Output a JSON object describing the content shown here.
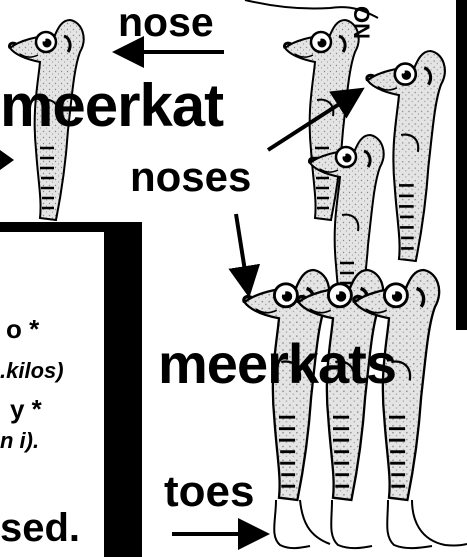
{
  "labels": {
    "nose": "nose",
    "meerkat": "meerkat",
    "noses": "noses",
    "meerkats": "meerkats",
    "toes": "toes",
    "on_vertical": "ON"
  },
  "box_fragments": {
    "line1": "o *",
    "line2": ".kilos)",
    "line3": "y *",
    "line4": "n i).",
    "line5": "sed."
  },
  "colors": {
    "ink": "#000000",
    "paper": "#ffffff",
    "fur": "#d9d9d9"
  },
  "icons": [
    "meerkat-drawing",
    "arrow"
  ]
}
